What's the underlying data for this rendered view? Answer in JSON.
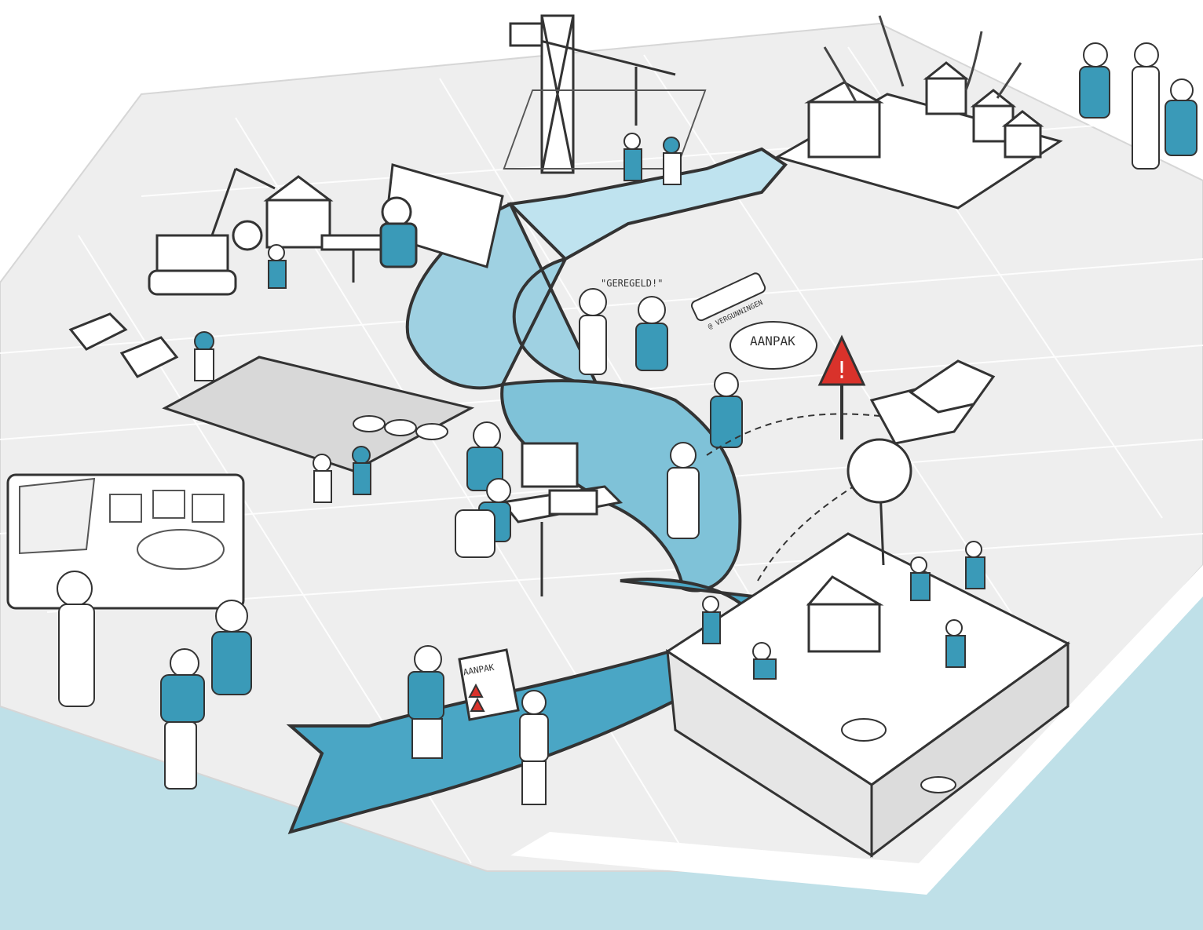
{
  "labels": {
    "opgeschoond_quote": "\"GEREGELD!\"",
    "tablet_label": "@ VERGUNNINGEN",
    "speech_aanpak": "AANPAK",
    "clipboard_aanpak": "AANPAK"
  },
  "colors": {
    "accent_blue": "#3a9ab8",
    "path_light": "#bfe3ef",
    "path_mid": "#7fc2d8",
    "background_band": "#bfe0e8",
    "ground_gray": "#eeeeee",
    "grid_line": "#ffffff",
    "outline": "#333333",
    "warning_red": "#d9322b"
  },
  "icons": {
    "warning_sign": "warning-triangle-icon",
    "crane": "crane-icon",
    "excavator": "excavator-icon"
  }
}
